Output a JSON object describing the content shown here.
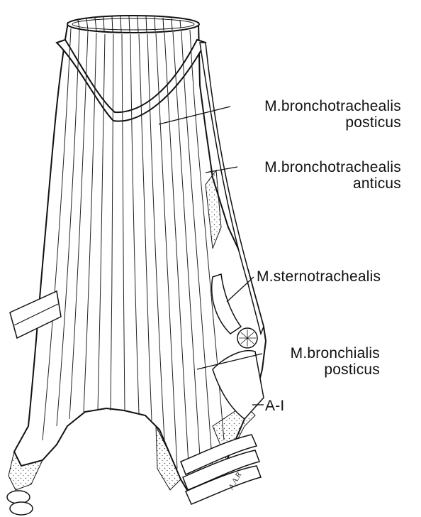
{
  "labels": {
    "bronchotrachealis_posticus": {
      "line1": "M.bronchotrachealis",
      "line2": "posticus"
    },
    "bronchotrachealis_anticus": {
      "line1": "M.bronchotrachealis",
      "line2": "anticus"
    },
    "sternotrachealis": {
      "line1": "M.sternotrachealis"
    },
    "bronchialis_posticus": {
      "line1": "M.bronchialis",
      "line2": "posticus"
    },
    "a1": {
      "line1": "A-I"
    }
  },
  "signature": "A.A.R"
}
